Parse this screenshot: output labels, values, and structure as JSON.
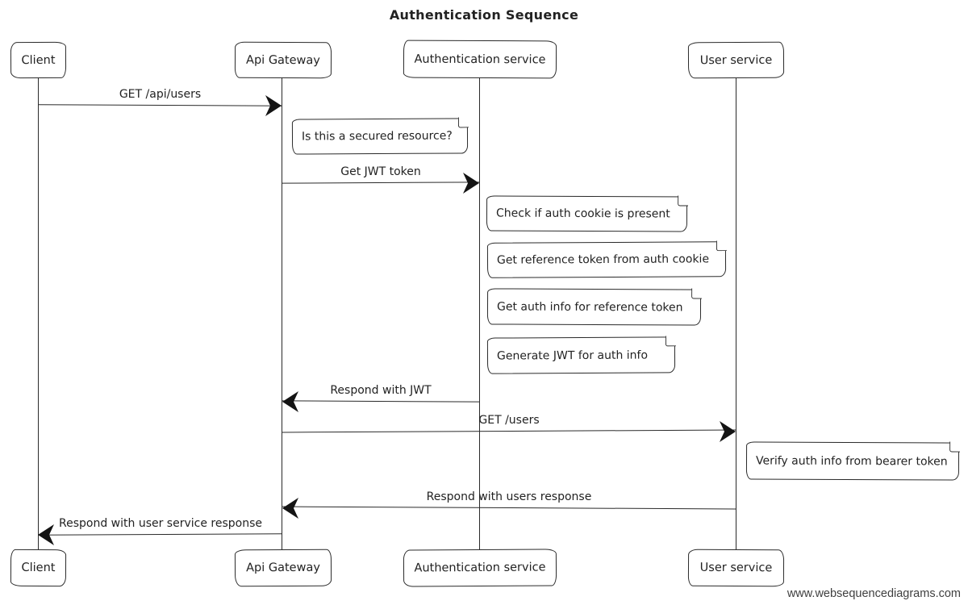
{
  "diagram": {
    "title": "Authentication Sequence",
    "watermark": "www.websequencediagrams.com",
    "colors": {
      "stroke": "#2a2a2a",
      "background": "#ffffff",
      "watermark_text": "#3f3f3f"
    },
    "participants": [
      {
        "name": "Client"
      },
      {
        "name": "Api Gateway"
      },
      {
        "name": "Authentication service"
      },
      {
        "name": "User service"
      }
    ],
    "messages": [
      {
        "label": "GET /api/users",
        "from": "Client",
        "to": "Api Gateway",
        "direction": "right"
      },
      {
        "label": "Get JWT token",
        "from": "Api Gateway",
        "to": "Authentication service",
        "direction": "right"
      },
      {
        "label": "Respond with JWT",
        "from": "Authentication service",
        "to": "Api Gateway",
        "direction": "left"
      },
      {
        "label": "GET /users",
        "from": "Api Gateway",
        "to": "User service",
        "direction": "right"
      },
      {
        "label": "Respond with users response",
        "from": "User service",
        "to": "Api Gateway",
        "direction": "left"
      },
      {
        "label": "Respond with user service response",
        "from": "Api Gateway",
        "to": "Client",
        "direction": "left"
      }
    ],
    "notes": [
      {
        "text": "Is this a secured resource?",
        "over": "Api Gateway"
      },
      {
        "text": "Check if auth cookie is present",
        "over": "Authentication service"
      },
      {
        "text": "Get reference token from auth cookie",
        "over": "Authentication service"
      },
      {
        "text": "Get auth info for reference token",
        "over": "Authentication service"
      },
      {
        "text": "Generate JWT for auth info",
        "over": "Authentication service"
      },
      {
        "text": "Verify auth info from bearer token",
        "over": "User service"
      }
    ]
  }
}
